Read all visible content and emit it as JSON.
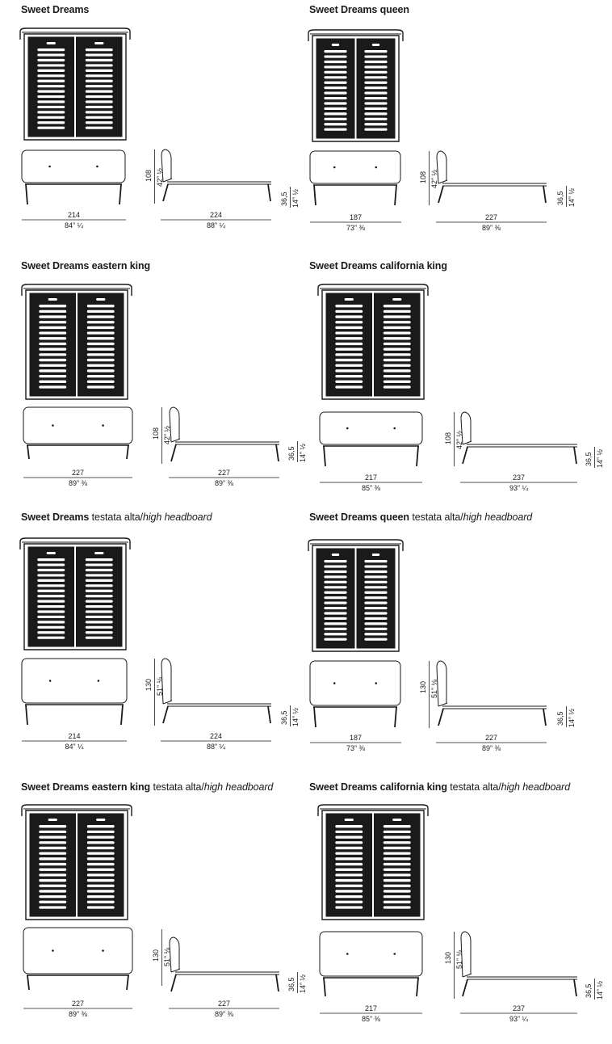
{
  "sections": [
    {
      "name": "Sweet Dreams",
      "suffix": "",
      "suffix_italic": "",
      "width_cm": "214",
      "width_in": "84” ¼",
      "length_cm": "224",
      "length_in": "88” ¼",
      "head_cm": "108",
      "head_in": "42” ½",
      "seat_cm": "36,5",
      "seat_in": "14” ½"
    },
    {
      "name": "Sweet Dreams queen",
      "suffix": "",
      "suffix_italic": "",
      "width_cm": "187",
      "width_in": "73” ⅜",
      "length_cm": "227",
      "length_in": "89” ⅜",
      "head_cm": "108",
      "head_in": "42” ½",
      "seat_cm": "36,5",
      "seat_in": "14” ½"
    },
    {
      "name": "Sweet Dreams eastern king",
      "suffix": "",
      "suffix_italic": "",
      "width_cm": "227",
      "width_in": "89” ⅜",
      "length_cm": "227",
      "length_in": "89” ⅜",
      "head_cm": "108",
      "head_in": "42” ½",
      "seat_cm": "36,5",
      "seat_in": "14” ½"
    },
    {
      "name": "Sweet Dreams california king",
      "suffix": "",
      "suffix_italic": "",
      "width_cm": "217",
      "width_in": "85” ⅜",
      "length_cm": "237",
      "length_in": "93” ¼",
      "head_cm": "108",
      "head_in": "42” ½",
      "seat_cm": "36,5",
      "seat_in": "14” ½"
    },
    {
      "name": "Sweet Dreams",
      "suffix": " testata alta/",
      "suffix_italic": "high headboard",
      "width_cm": "214",
      "width_in": "84” ¼",
      "length_cm": "224",
      "length_in": "88” ¼",
      "head_cm": "130",
      "head_in": "51” ⅛",
      "seat_cm": "36,5",
      "seat_in": "14” ½"
    },
    {
      "name": "Sweet Dreams queen",
      "suffix": " testata alta/",
      "suffix_italic": "high headboard",
      "width_cm": "187",
      "width_in": "73” ⅜",
      "length_cm": "227",
      "length_in": "89” ⅜",
      "head_cm": "130",
      "head_in": "51” ⅛",
      "seat_cm": "36,5",
      "seat_in": "14” ½"
    },
    {
      "name": "Sweet Dreams eastern king",
      "suffix": " testata alta/",
      "suffix_italic": "high headboard",
      "width_cm": "227",
      "width_in": "89” ⅜",
      "length_cm": "227",
      "length_in": "89” ⅜",
      "head_cm": "130",
      "head_in": "51” ⅛",
      "seat_cm": "36,5",
      "seat_in": "14” ½"
    },
    {
      "name": "Sweet Dreams california king",
      "suffix": " testata alta/",
      "suffix_italic": "high headboard",
      "width_cm": "217",
      "width_in": "85” ⅜",
      "length_cm": "237",
      "length_in": "93” ¼",
      "head_cm": "130",
      "head_in": "51” ⅛",
      "seat_cm": "36,5",
      "seat_in": "14” ½"
    }
  ],
  "colors": {
    "line": "#1a1a1a",
    "slat": "#ffffff"
  }
}
